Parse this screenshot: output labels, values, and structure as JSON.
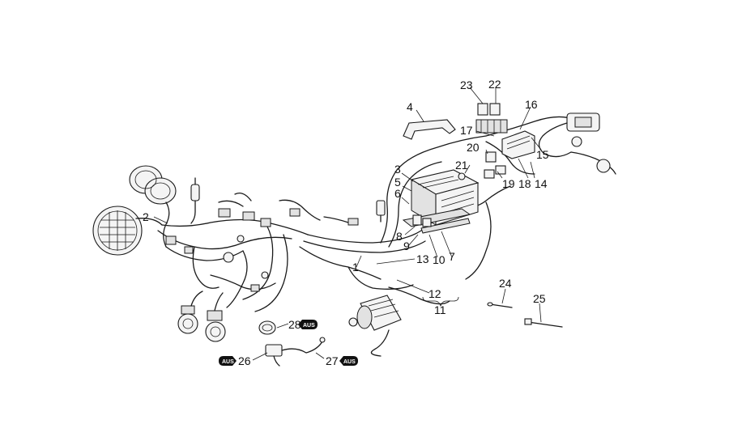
{
  "diagram": {
    "callouts": [
      {
        "id": "1",
        "label": "1"
      },
      {
        "id": "2",
        "label": "2"
      },
      {
        "id": "3",
        "label": "3"
      },
      {
        "id": "4",
        "label": "4"
      },
      {
        "id": "5",
        "label": "5"
      },
      {
        "id": "6",
        "label": "6"
      },
      {
        "id": "7",
        "label": "7"
      },
      {
        "id": "8",
        "label": "8"
      },
      {
        "id": "9",
        "label": "9"
      },
      {
        "id": "10",
        "label": "10"
      },
      {
        "id": "11",
        "label": "11"
      },
      {
        "id": "12",
        "label": "12"
      },
      {
        "id": "13",
        "label": "13"
      },
      {
        "id": "14",
        "label": "14"
      },
      {
        "id": "15",
        "label": "15"
      },
      {
        "id": "16",
        "label": "16"
      },
      {
        "id": "17",
        "label": "17"
      },
      {
        "id": "18",
        "label": "18"
      },
      {
        "id": "19",
        "label": "19"
      },
      {
        "id": "20",
        "label": "20"
      },
      {
        "id": "21",
        "label": "21"
      },
      {
        "id": "22",
        "label": "22"
      },
      {
        "id": "23",
        "label": "23"
      },
      {
        "id": "24",
        "label": "24"
      },
      {
        "id": "25",
        "label": "25"
      },
      {
        "id": "26",
        "label": "26"
      },
      {
        "id": "27",
        "label": "27"
      },
      {
        "id": "28",
        "label": "28"
      }
    ],
    "badges": [
      {
        "id": "aus-26",
        "label": "AUS"
      },
      {
        "id": "aus-27",
        "label": "AUS"
      },
      {
        "id": "aus-28",
        "label": "AUS"
      }
    ]
  }
}
